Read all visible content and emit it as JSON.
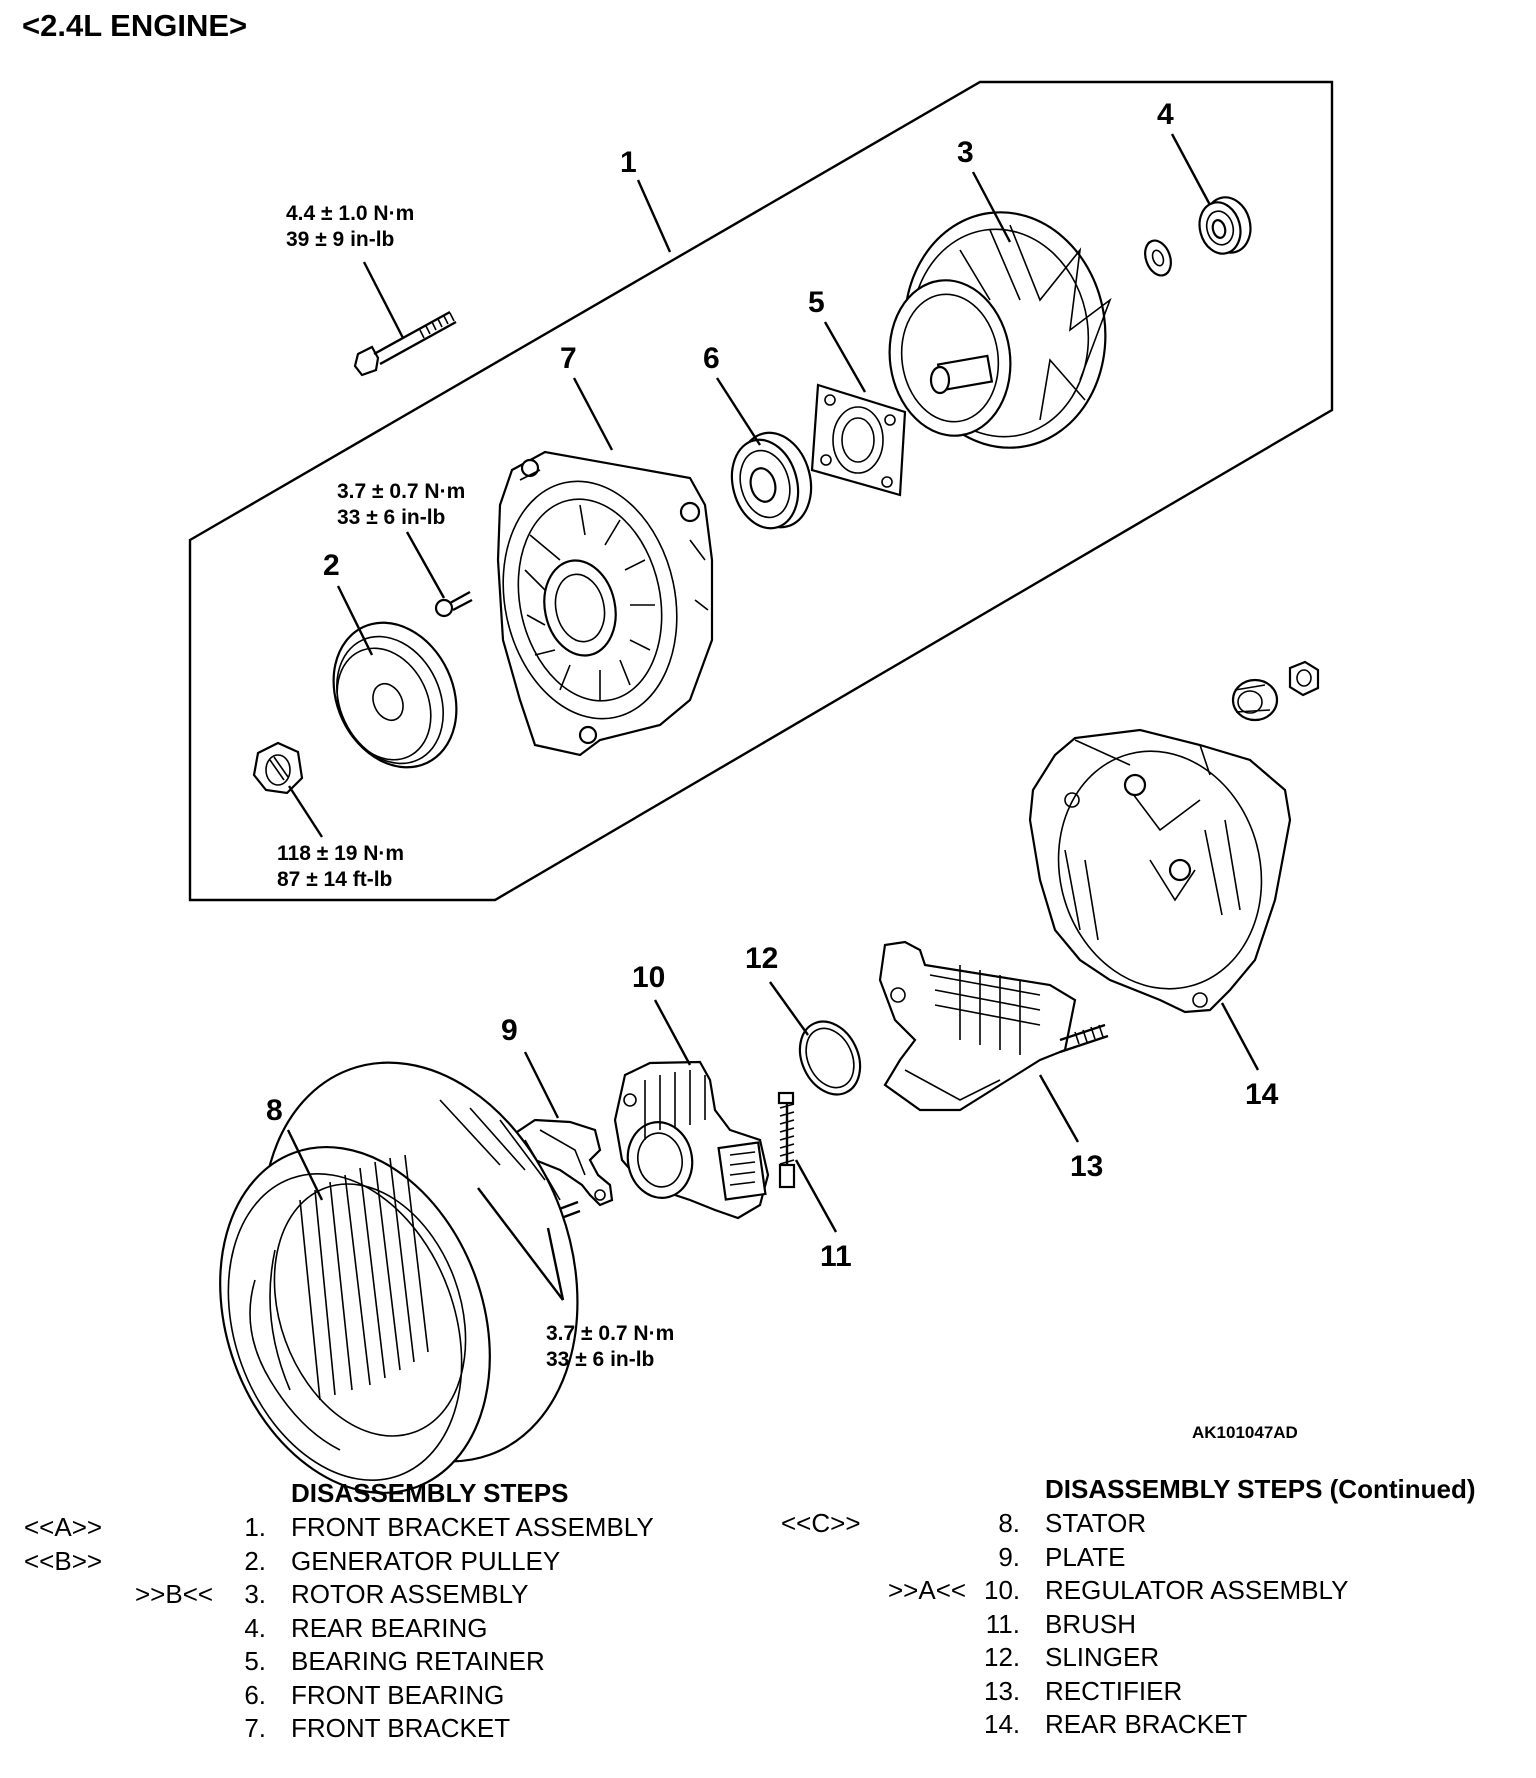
{
  "title": "<2.4L ENGINE>",
  "figure_id": "AK101047AD",
  "part_numbers": [
    "1",
    "2",
    "3",
    "4",
    "5",
    "6",
    "7",
    "8",
    "9",
    "10",
    "11",
    "12",
    "13",
    "14"
  ],
  "torques": {
    "t_bolt1": {
      "line1": "4.4 ± 1.0 N·m",
      "line2": "39 ± 9 in-lb"
    },
    "t_screw7": {
      "line1": "3.7 ± 0.7 N·m",
      "line2": "33 ± 6 in-lb"
    },
    "t_nut2": {
      "line1": "118 ± 19 N·m",
      "line2": "87 ± 14 ft-lb"
    },
    "t_screw9": {
      "line1": "3.7 ± 0.7 N·m",
      "line2": "33 ± 6 in-lb"
    }
  },
  "steps_left": {
    "heading": "DISASSEMBLY STEPS",
    "rows": [
      {
        "code": "<<A>>",
        "code_side": "left",
        "num": "1.",
        "label": "FRONT BRACKET ASSEMBLY"
      },
      {
        "code": "<<B>>",
        "code_side": "left",
        "num": "2.",
        "label": "GENERATOR PULLEY"
      },
      {
        "code": ">>B<<",
        "code_side": "near",
        "num": "3.",
        "label": "ROTOR ASSEMBLY"
      },
      {
        "code": "",
        "code_side": "left",
        "num": "4.",
        "label": "REAR BEARING"
      },
      {
        "code": "",
        "code_side": "left",
        "num": "5.",
        "label": "BEARING RETAINER"
      },
      {
        "code": "",
        "code_side": "left",
        "num": "6.",
        "label": "FRONT BEARING"
      },
      {
        "code": "",
        "code_side": "left",
        "num": "7.",
        "label": "FRONT BRACKET"
      }
    ]
  },
  "steps_right": {
    "heading": "DISASSEMBLY STEPS (Continued)",
    "rows": [
      {
        "code": "<<C>>",
        "code_side": "left",
        "num": "8.",
        "label": "STATOR"
      },
      {
        "code": "",
        "code_side": "left",
        "num": "9.",
        "label": "PLATE"
      },
      {
        "code": ">>A<<",
        "code_side": "near",
        "num": "10.",
        "label": "REGULATOR ASSEMBLY"
      },
      {
        "code": "",
        "code_side": "left",
        "num": "11.",
        "label": "BRUSH"
      },
      {
        "code": "",
        "code_side": "left",
        "num": "12.",
        "label": "SLINGER"
      },
      {
        "code": "",
        "code_side": "left",
        "num": "13.",
        "label": "RECTIFIER"
      },
      {
        "code": "",
        "code_side": "left",
        "num": "14.",
        "label": "REAR BRACKET"
      }
    ]
  }
}
